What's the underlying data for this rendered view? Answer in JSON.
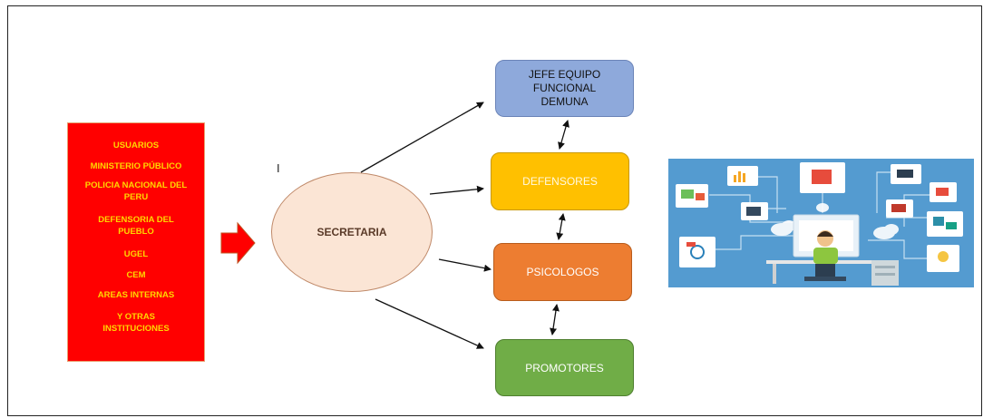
{
  "sources": {
    "items": [
      "USUARIOS",
      "MINISTERIO PÚBLICO",
      "POLICIA NACIONAL DEL PERU",
      "DEFENSORIA DEL PUEBLO",
      "UGEL",
      "CEM",
      "AREAS INTERNAS",
      "Y OTRAS INSTITUCIONES"
    ]
  },
  "hub": {
    "label": "SECRETARIA"
  },
  "nodes": {
    "jefe": "JEFE EQUIPO FUNCIONAL DEMUNA",
    "defensores": "DEFENSORES",
    "psicologos": "PSICOLOGOS",
    "promotores": "PROMOTORES"
  },
  "cursor_text": "I",
  "colors": {
    "sources_fill": "#ff0000",
    "sources_text": "#ffd700",
    "hub_fill": "#fbe5d5",
    "jefe_fill": "#8ea9db",
    "defensores_fill": "#ffc000",
    "psicologos_fill": "#ed7d31",
    "promotores_fill": "#70ad47"
  }
}
